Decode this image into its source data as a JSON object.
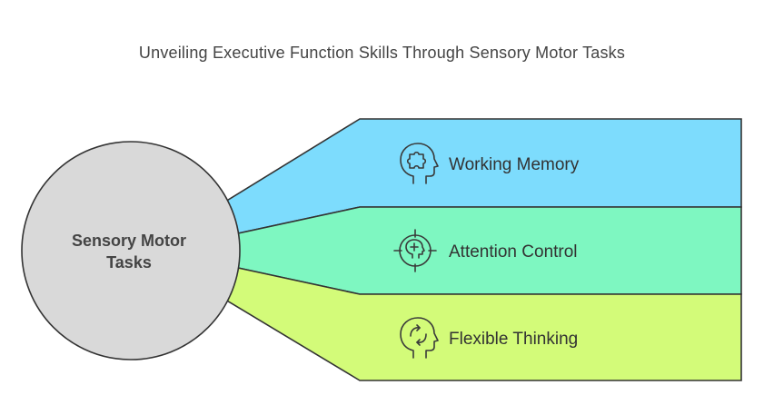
{
  "title": "Unveiling Executive Function Skills Through Sensory Motor Tasks",
  "center": {
    "line1": "Sensory Motor",
    "line2": "Tasks"
  },
  "branches": [
    {
      "label": "Working Memory",
      "icon": "head-puzzle-icon",
      "color": "#7ddcfd"
    },
    {
      "label": "Attention Control",
      "icon": "head-target-icon",
      "color": "#7ef7c1"
    },
    {
      "label": "Flexible Thinking",
      "icon": "head-arrows-icon",
      "color": "#d3fb79"
    }
  ]
}
